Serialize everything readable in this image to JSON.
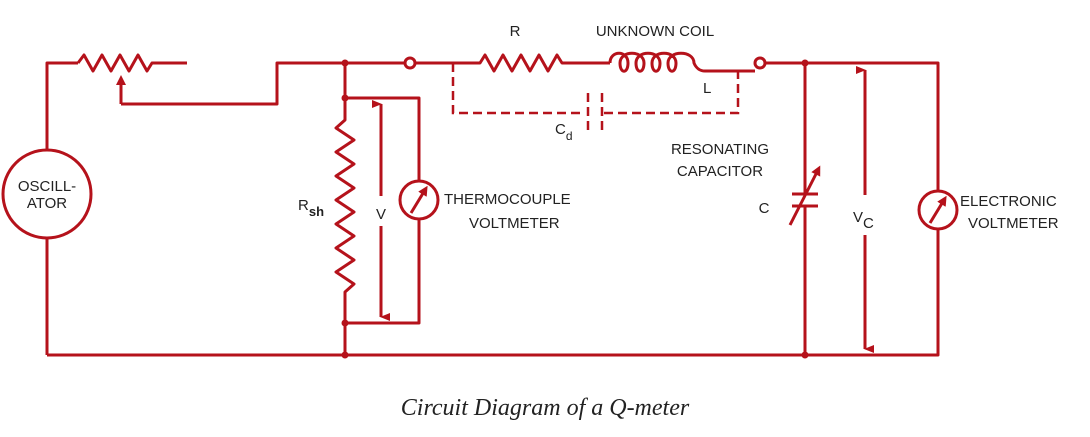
{
  "labels": {
    "oscillator_line1": "OSCILL-",
    "oscillator_line2": "ATOR",
    "rsh": "R",
    "rsh_sub": "sh",
    "v": "V",
    "thermocouple_line1": "THERMOCOUPLE",
    "thermocouple_line2": "VOLTMETER",
    "r": "R",
    "unknown_coil": "UNKNOWN COIL",
    "l": "L",
    "cd": "C",
    "cd_sub": "d",
    "resonating_line1": "RESONATING",
    "resonating_line2": "CAPACITOR",
    "c": "C",
    "vc": "V",
    "vc_sub": "C",
    "electronic_line1": "ELECTRONIC",
    "electronic_line2": "VOLTMETER"
  },
  "caption": "Circuit Diagram of a Q-meter",
  "colors": {
    "wire": "#b5121b",
    "text": "#222222"
  }
}
